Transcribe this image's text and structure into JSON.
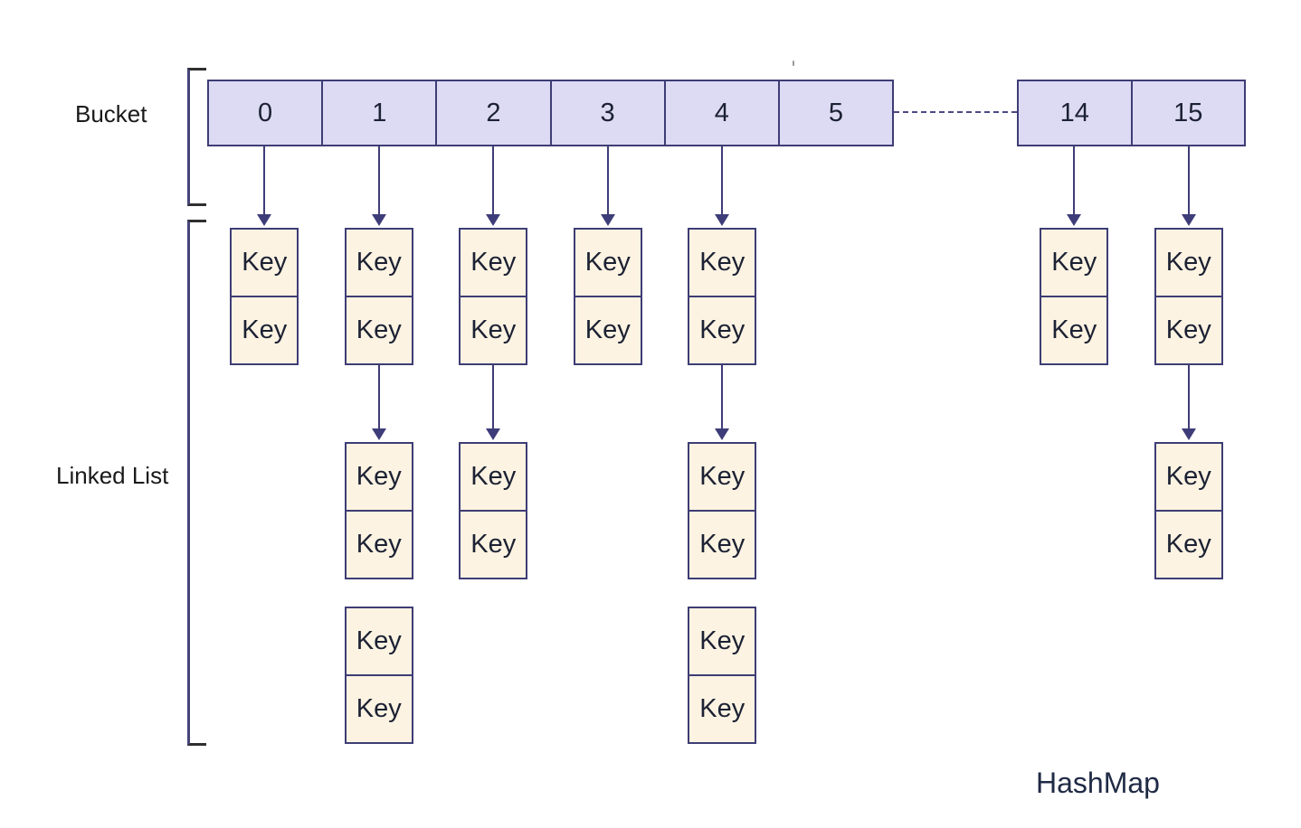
{
  "labels": {
    "bucket": "Bucket",
    "linked_list": "Linked List",
    "title": "HashMap",
    "key": "Key"
  },
  "colors": {
    "bucket_fill": "#dddbf4",
    "key_fill": "#fcf3e2",
    "box_border": "#3e3d75",
    "box_text": "#1c2133",
    "arrow": "#3e3d79",
    "dashed_line": "#4a4987",
    "bracket": "#45447a",
    "bracket_tick": "#2f2f2f",
    "label_text": "#1a1a1a",
    "title_text": "#1f2a44"
  },
  "buckets": [
    {
      "label": "0",
      "group": "main",
      "chain": [
        {
          "arrow_in": true,
          "keys": 2
        }
      ]
    },
    {
      "label": "1",
      "group": "main",
      "chain": [
        {
          "arrow_in": true,
          "keys": 2
        },
        {
          "arrow_in": true,
          "keys": 2
        },
        {
          "arrow_in": false,
          "keys": 2
        }
      ]
    },
    {
      "label": "2",
      "group": "main",
      "chain": [
        {
          "arrow_in": true,
          "keys": 2
        },
        {
          "arrow_in": true,
          "keys": 2
        }
      ]
    },
    {
      "label": "3",
      "group": "main",
      "chain": [
        {
          "arrow_in": true,
          "keys": 2
        }
      ]
    },
    {
      "label": "4",
      "group": "main",
      "chain": [
        {
          "arrow_in": true,
          "keys": 2
        },
        {
          "arrow_in": true,
          "keys": 2
        },
        {
          "arrow_in": false,
          "keys": 2
        }
      ]
    },
    {
      "label": "5",
      "group": "main",
      "chain": []
    },
    {
      "label": "14",
      "group": "tail",
      "chain": [
        {
          "arrow_in": true,
          "keys": 2
        }
      ]
    },
    {
      "label": "15",
      "group": "tail",
      "chain": [
        {
          "arrow_in": true,
          "keys": 2
        },
        {
          "arrow_in": true,
          "keys": 2
        }
      ]
    }
  ],
  "ellipsis_connector": {
    "style": "dashed",
    "between": [
      "5",
      "14"
    ]
  }
}
